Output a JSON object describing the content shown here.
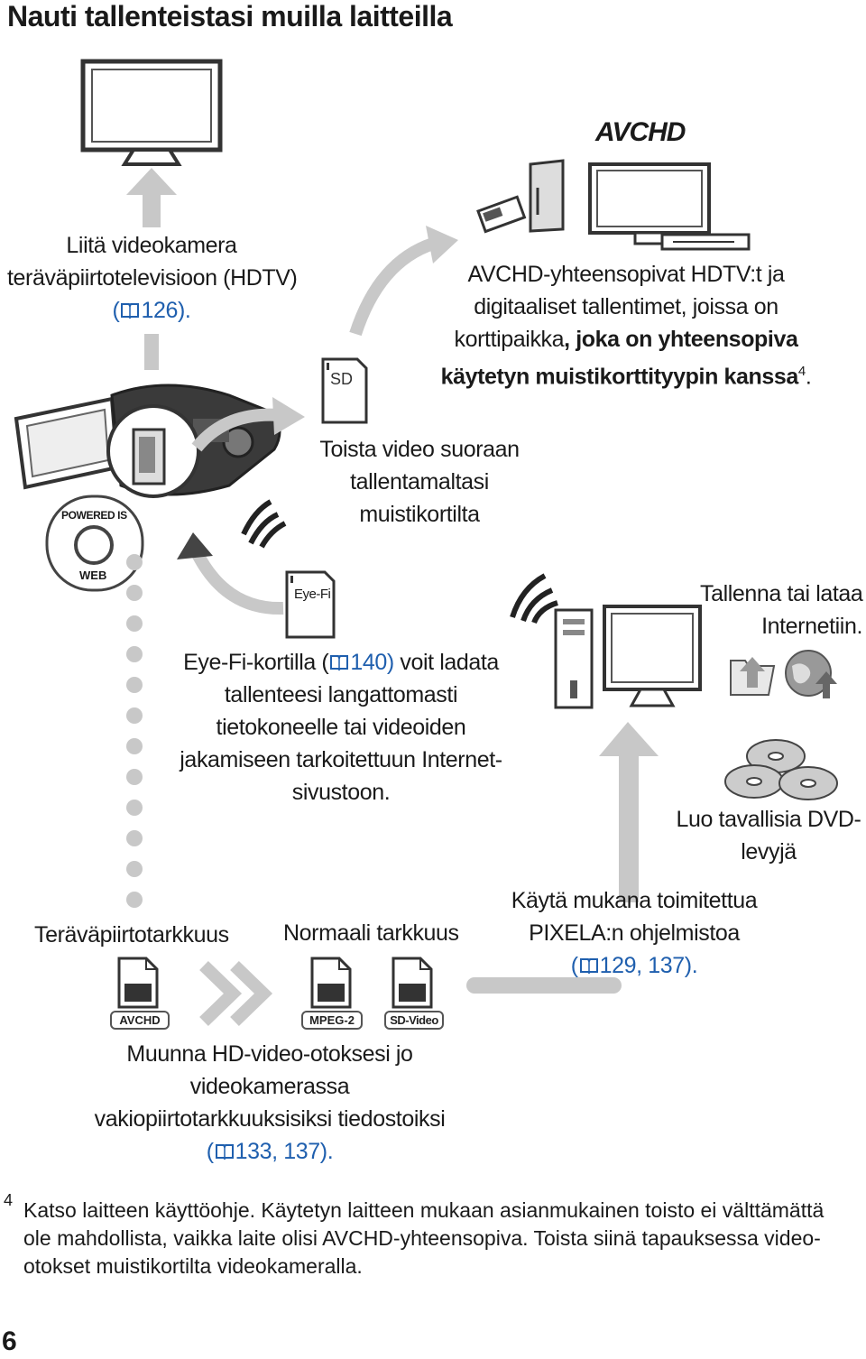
{
  "page": {
    "title": "Nauti tallenteistasi muilla laitteilla",
    "page_number": "6"
  },
  "hdtv": {
    "line1": "Liitä videokamera",
    "line2": "teräväpiirtotelevisioon (HDTV)",
    "ref_open": "(",
    "ref_pages": "126)."
  },
  "avchd": {
    "logo": "AVCHD",
    "line1": "AVCHD-yhteensopivat HDTV:t ja",
    "line2": "digitaaliset tallentimet, joissa on",
    "line3_a": "korttipaikka",
    "line3_b": ", joka on yhteensopiva",
    "line4": "käytetyn muistikorttityypin kanssa",
    "footnote_ref": "4",
    "line4_end": "."
  },
  "sd_card": {
    "label": "SD",
    "line1": "Toista video suoraan",
    "line2": "tallentamaltasi",
    "line3": "muistikortilta"
  },
  "camera": {
    "badge_top": "POWERED IS",
    "badge_bottom": "WEB"
  },
  "eyefi": {
    "card_label": "Eye-Fi",
    "line1_a": "Eye-Fi-kortilla (",
    "line1_ref": "140)",
    "line1_b": " voit ladata",
    "line2": "tallenteesi langattomasti",
    "line3": "tietokoneelle tai videoiden",
    "line4": "jakamiseen tarkoitettuun Internet-",
    "line5": "sivustoon."
  },
  "internet": {
    "line1": "Tallenna tai lataa",
    "line2": "Internetiin."
  },
  "dvd": {
    "line1": "Luo tavallisia DVD-",
    "line2": "levyjä"
  },
  "pixela": {
    "line1": "Käytä mukana toimitettua",
    "line2": "PIXELA:n ohjelmistoa",
    "ref_open": "(",
    "ref_pages": "129, 137)."
  },
  "quality": {
    "hd_label": "Teräväpiirtotarkkuus",
    "sd_label": "Normaali tarkkuus",
    "badge_avchd": "AVCHD",
    "badge_mpeg2": "MPEG-2",
    "badge_sdvideo": "SD-Video"
  },
  "convert": {
    "line1": "Muunna HD-video-otoksesi jo",
    "line2": "videokamerassa",
    "line3": "vakiopiirtotarkkuuksisiksi tiedostoiksi",
    "ref_open": "(",
    "ref_pages": "133, 137)."
  },
  "footnote": {
    "mark": "4",
    "text": "Katso laitteen käyttöohje. Käytetyn laitteen mukaan asianmukainen toisto ei välttämättä ole mahdollista, vaikka laite olisi AVCHD-yhteensopiva. Toista siinä tapauksessa video-otokset muistikortilta videokameralla."
  },
  "colors": {
    "link_blue": "#1f5fae",
    "arrow_gray": "#c8c8c8",
    "text": "#1a1a1a"
  }
}
